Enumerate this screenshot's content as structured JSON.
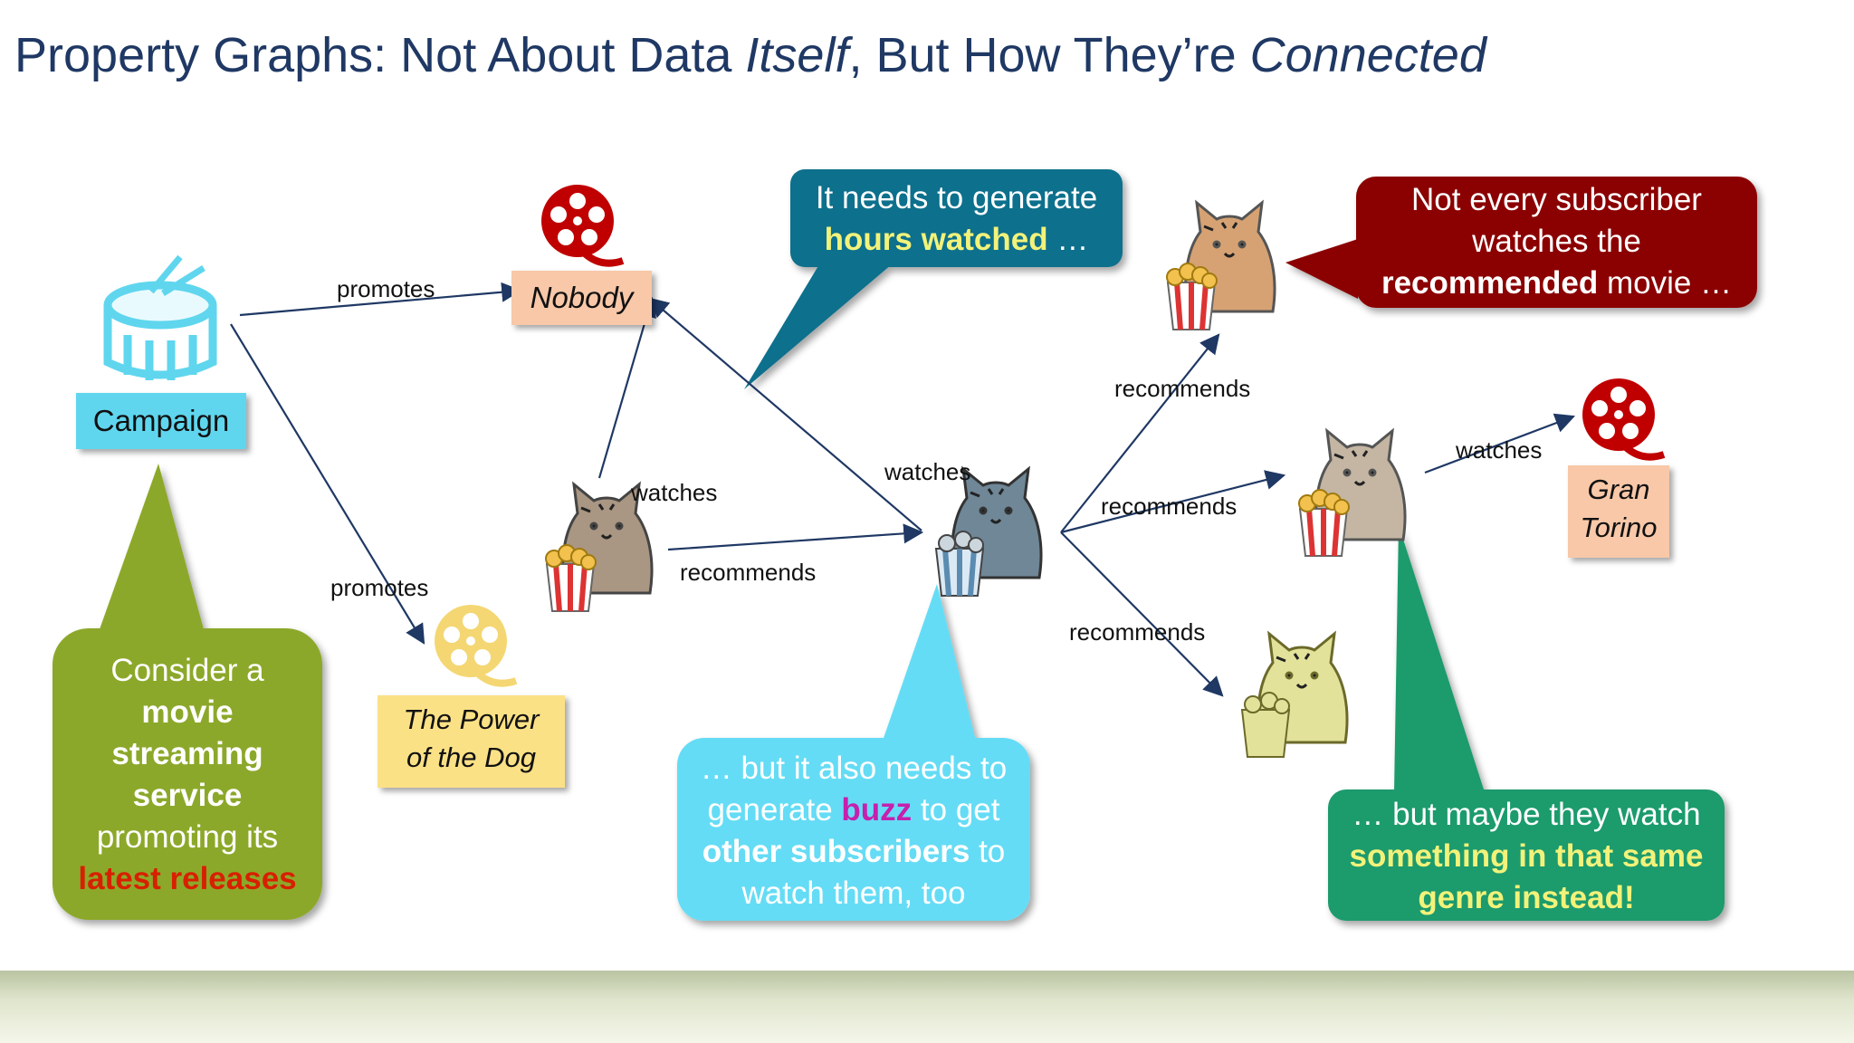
{
  "title": {
    "part1": "Property Graphs: Not About Data ",
    "itself": "Itself",
    "part2": ", But How They’re ",
    "connected": "Connected"
  },
  "nodes": {
    "campaign": "Campaign",
    "nobody": "Nobody",
    "power_of_the_dog_line1": "The Power",
    "power_of_the_dog_line2": "of the Dog",
    "gran_torino_line1": "Gran",
    "gran_torino_line2": "Torino"
  },
  "edges": {
    "promotes_nobody": "promotes",
    "promotes_dog": "promotes",
    "watches_left": "watches",
    "recommends_left": "recommends",
    "watches_center": "watches",
    "recommends_top": "recommends",
    "recommends_mid": "recommends",
    "recommends_bottom": "recommends",
    "watches_right": "watches"
  },
  "callouts": {
    "campaign": {
      "line1": "Consider a",
      "line2": "movie",
      "line3": "streaming",
      "line4": "service",
      "line5": "promoting its",
      "line6": "latest releases"
    },
    "hours": {
      "line1": "It needs to generate",
      "line2": "hours watched",
      "line2_suffix": " …"
    },
    "buzz": {
      "line1": "… but it also needs to",
      "line2_prefix": "generate ",
      "line2_bold": "buzz",
      "line2_suffix": " to get",
      "line3_bold": "other subscribers",
      "line3_suffix": " to",
      "line4": "watch them, too"
    },
    "not_every": {
      "line1": "Not every subscriber",
      "line2": "watches the",
      "line3_bold": "recommended",
      "line3_suffix": " movie …"
    },
    "genre": {
      "line1": "… but maybe they watch",
      "line2": "something in that same",
      "line3": "genre instead!"
    }
  },
  "icons": {
    "campaign": "drum-icon",
    "nobody": "film-reel-icon",
    "power_of_the_dog": "film-reel-icon",
    "gran_torino": "film-reel-icon",
    "subscribers": "cat-with-popcorn-icon"
  },
  "colors": {
    "title": "#1f3864",
    "campaign_label_bg": "#5fd6ee",
    "movie_label_bg": "#f8c8a8",
    "dog_label_bg": "#fbe186",
    "callout_campaign": "#8ca82c",
    "callout_hours": "#0f6f8c",
    "callout_buzz": "#65dcf5",
    "callout_not_every": "#8b0000",
    "callout_genre": "#1e9b6d",
    "reel_red": "#c00000",
    "reel_yellow": "#f4d773",
    "edge": "#1f3864",
    "highlight_yellow": "#f2f27a",
    "highlight_red": "#d81f00",
    "highlight_magenta": "#c71fae"
  }
}
